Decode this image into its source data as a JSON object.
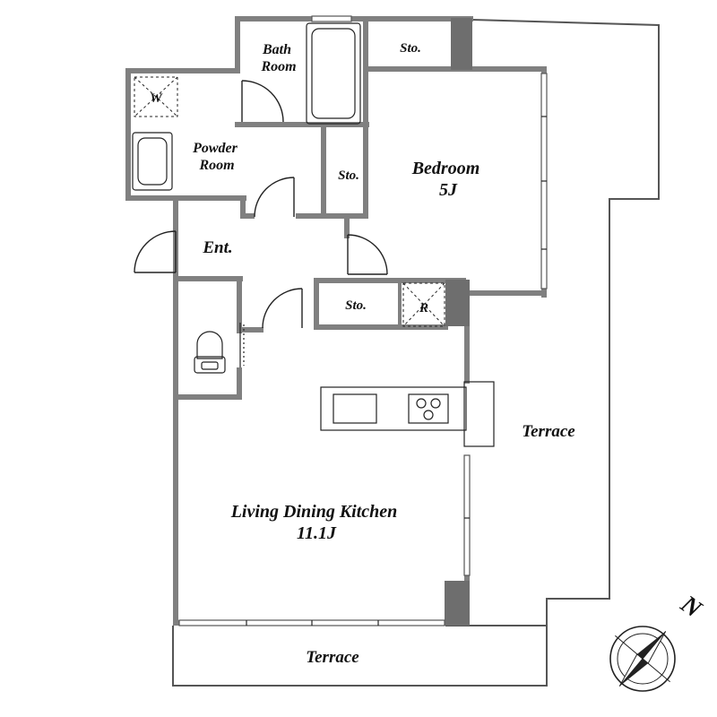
{
  "rooms": {
    "bath": [
      "Bath",
      "Room"
    ],
    "powder": [
      "Powder",
      "Room"
    ],
    "bedroom": [
      "Bedroom",
      "5J"
    ],
    "ldk": [
      "Living Dining Kitchen",
      "11.1J"
    ],
    "entrance": "Ent.",
    "terrace_east": "Terrace",
    "terrace_south": "Terrace",
    "storage_top": "Sto.",
    "storage_mid": "Sto.",
    "storage_lower": "Sto.",
    "washer": "W",
    "fridge": "R"
  },
  "compass": {
    "north_label": "N"
  },
  "colors": {
    "wall": "#808080",
    "line": "#222222",
    "background": "#ffffff"
  }
}
